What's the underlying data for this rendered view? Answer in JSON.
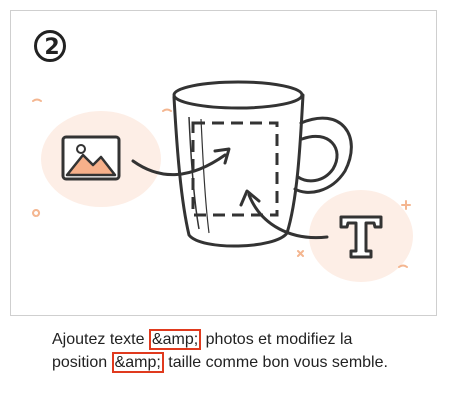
{
  "step": {
    "number": "2"
  },
  "illustration": {
    "image_icon": "image-icon",
    "text_icon": "text-t-icon",
    "mug": "mug-illustration",
    "blob_color": "#fdeee6",
    "accent_color": "#f6b08a"
  },
  "caption": {
    "part1": "Ajoutez texte ",
    "amp1": "&amp;",
    "part2": " photos et modifiez la position ",
    "amp2": "&amp;",
    "part3": " taille comme bon vous semble.",
    "highlight_color": "#e03a1e"
  }
}
